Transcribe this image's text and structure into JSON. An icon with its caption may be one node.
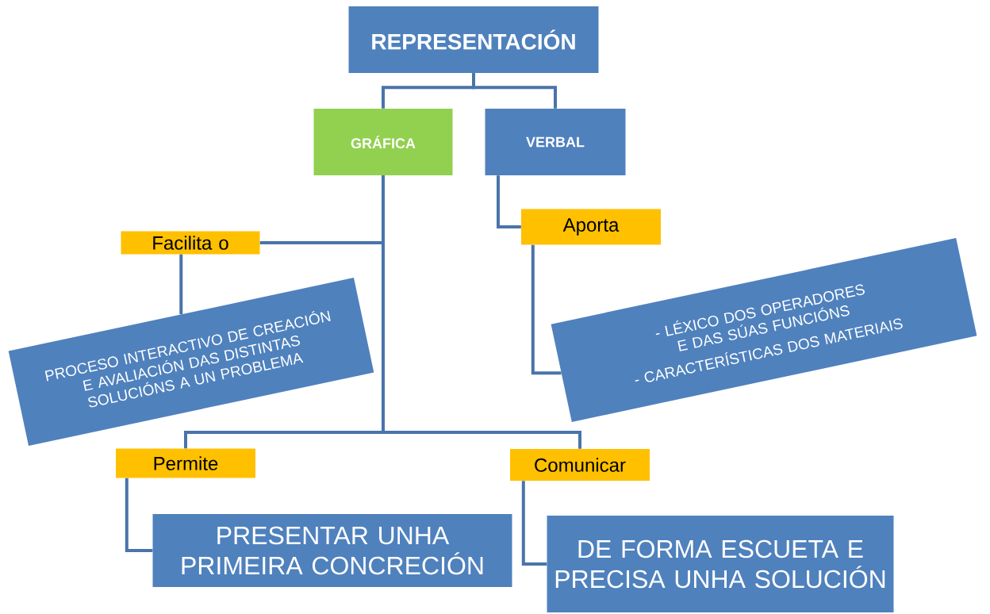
{
  "diagram": {
    "nodes": [
      {
        "text": [
          "REPRESENTACIÓN"
        ]
      },
      {
        "text": [
          "GRÁFICA"
        ]
      },
      {
        "text": [
          "VERBAL"
        ]
      },
      {
        "text": [
          "Facilita o"
        ]
      },
      {
        "text": [
          "Aporta"
        ]
      },
      {
        "text": [
          "PROCESO INTERACTIVO DE CREACIÓN E AVALIACIÓN DAS DISTINTAS SOLUCIÓNS A UN PROBLEMA"
        ]
      },
      {
        "text": [
          "- LÉXICO DOS OPERADORES E DAS SÚAS FUNCIÓNS",
          "- CARACTERÍSTICAS DOS MATERIAIS"
        ]
      },
      {
        "text": [
          "Permite"
        ]
      },
      {
        "text": [
          "Comunicar"
        ]
      },
      {
        "text": [
          "PRESENTAR UNHA PRIMEIRA CONCRECIÓN"
        ]
      },
      {
        "text": [
          "DE FORMA ESCUETA E PRECISA UNHA SOLUCIÓN"
        ]
      }
    ],
    "edges": [
      {
        "from": 0,
        "to": 1,
        "arrow": "none"
      },
      {
        "from": 0,
        "to": 2,
        "arrow": "none"
      },
      {
        "from": 1,
        "to": 3,
        "arrow": "none"
      },
      {
        "from": 1,
        "to": 7,
        "arrow": "none"
      },
      {
        "from": 1,
        "to": 8,
        "arrow": "none"
      },
      {
        "from": 2,
        "to": 4,
        "arrow": "none"
      },
      {
        "from": 3,
        "to": 5,
        "arrow": "none"
      },
      {
        "from": 4,
        "to": 6,
        "arrow": "none"
      },
      {
        "from": 7,
        "to": 9,
        "arrow": "none"
      },
      {
        "from": 8,
        "to": 10,
        "arrow": "none"
      }
    ]
  }
}
